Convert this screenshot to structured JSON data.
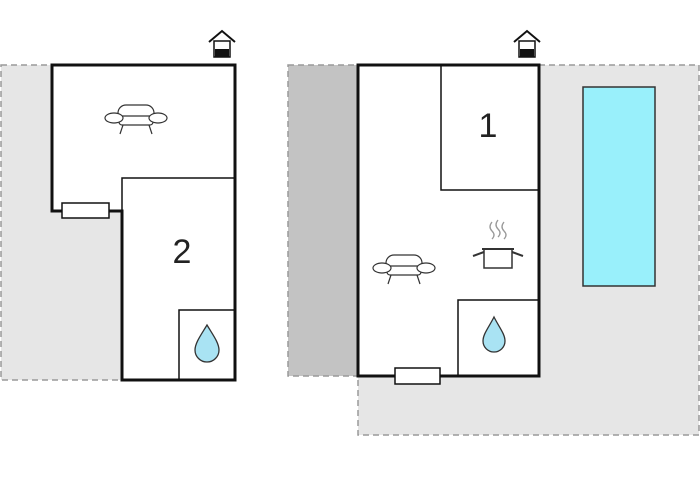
{
  "rooms": [
    {
      "label": "2"
    },
    {
      "label": "1"
    }
  ],
  "icons": {
    "entrance": "house-entrance-icon",
    "sofa": "sofa-icon",
    "bathroom": "water-drop-icon",
    "kitchen": "cooking-pot-icon",
    "window": "window-icon",
    "pool": "swimming-pool"
  },
  "colors": {
    "wall": "#111111",
    "terrace": "#e6e6e6",
    "covered_terrace": "#c3c3c3",
    "pool": "#99f0fb",
    "water": "#a9e3f3"
  }
}
